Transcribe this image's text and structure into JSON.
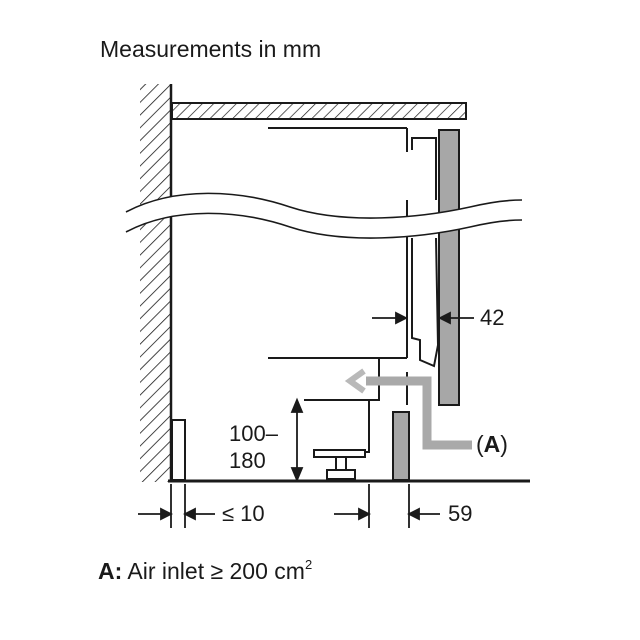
{
  "title": "Measurements in mm",
  "dimensions": {
    "d42": "42",
    "d100": "100–",
    "d180": "180",
    "d10": "≤ 10",
    "d59": "59"
  },
  "callout": {
    "open": "(",
    "letter": "A",
    "close": ")"
  },
  "footnote": {
    "key": "A:",
    "text": " Air inlet ≥ 200 cm",
    "sup": "2"
  },
  "colors": {
    "line": "#1a1a1a",
    "panel_fill": "#a7a7a7",
    "airflow": "#b9b9b9"
  }
}
